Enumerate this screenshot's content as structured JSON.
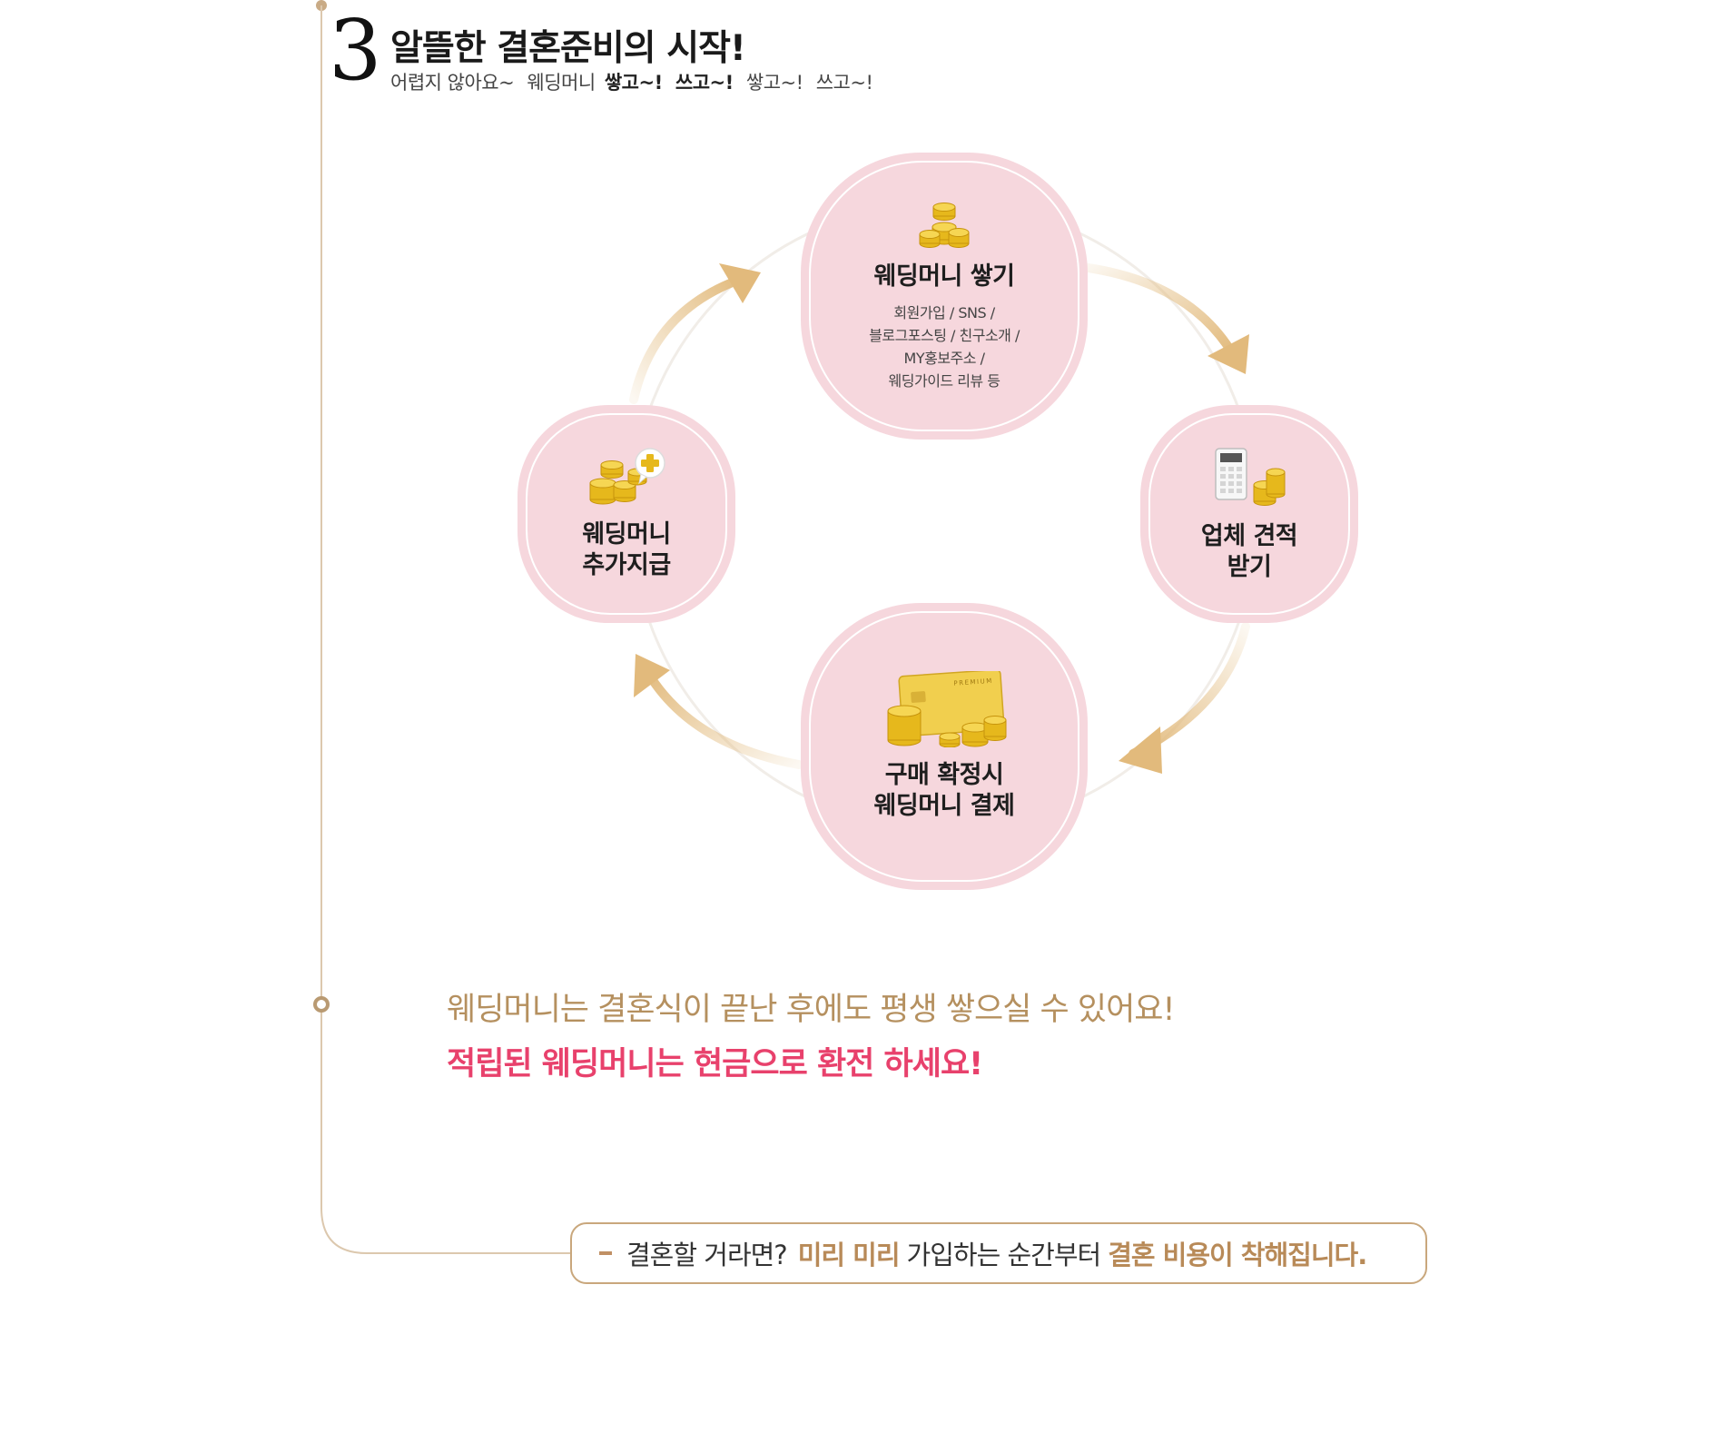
{
  "header": {
    "step_number": "3",
    "title": "알뜰한 결혼준비의 시작!",
    "sub_intro": "어렵지 않아요~",
    "sub_money": "웨딩머니",
    "sub_b1": "쌓고~!",
    "sub_b2": "쓰고~!",
    "sub_n1": "쌓고~!",
    "sub_n2": "쓰고~!"
  },
  "cycle": {
    "top": {
      "title": "웨딩머니 쌓기",
      "lines": [
        "회원가입 / SNS /",
        "블로그포스팅 / 친구소개 /",
        "MY홍보주소 /",
        "웨딩가이드 리뷰 등"
      ],
      "icon": "coin-stack-icon"
    },
    "right": {
      "title": "업체 견적\n받기",
      "icon": "calculator-coins-icon"
    },
    "bottom": {
      "title": "구매 확정시\n웨딩머니 결제",
      "icon": "premium-card-coins-icon",
      "card_label": "PREMIUM"
    },
    "left": {
      "title": "웨딩머니\n추가지급",
      "icon": "coins-plus-icon"
    }
  },
  "messages": {
    "line1": "웨딩머니는 결혼식이 끝난 후에도 평생 쌓으실 수 있어요!",
    "line2": "적립된 웨딩머니는 현금으로 환전 하세요!"
  },
  "banner": {
    "part1": "결혼할 거라면?",
    "hl1": "미리 미리",
    "part2": "가입하는 순간부터",
    "hl2": "결혼 비용이 착해집니다."
  },
  "colors": {
    "node_fill": "#f6d7dd",
    "arrow_gold": "#e2ba7c",
    "accent_gold_text": "#b5905f",
    "accent_pink_text": "#e8416c",
    "timeline": "#d8c3a8"
  }
}
